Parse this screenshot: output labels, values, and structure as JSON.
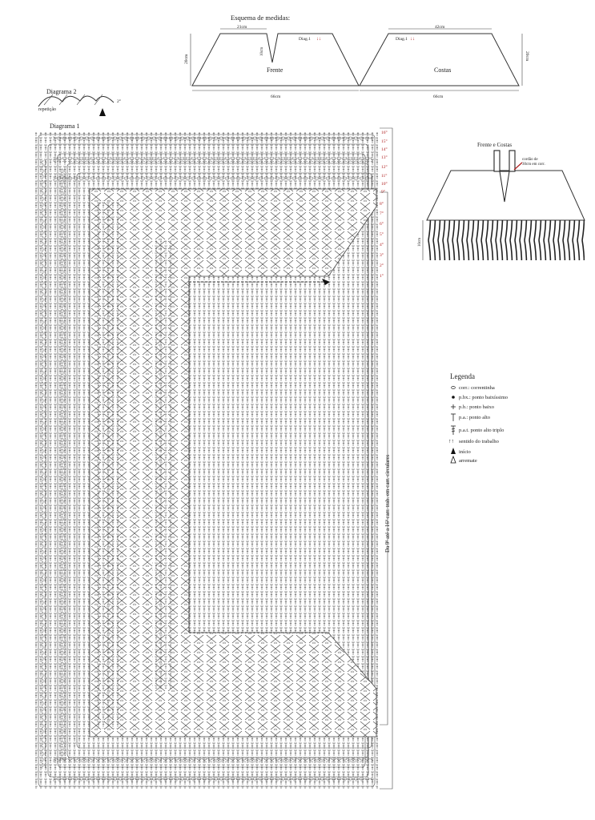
{
  "measurements": {
    "title": "Esquema de medidas:",
    "front": {
      "label": "Frente",
      "top_width": "21cm",
      "bottom_width": "66cm",
      "height": "20cm",
      "neck_depth": "10cm",
      "diag": "Diag.1"
    },
    "back": {
      "label": "Costas",
      "top_width": "42cm",
      "bottom_width": "66cm",
      "height": "20cm",
      "diag": "Diag.1"
    }
  },
  "diagram2": {
    "title": "Diagrama 2",
    "repeat_label": "repetição",
    "note": "2°"
  },
  "diagram1": {
    "title": "Diagrama 1",
    "rows_top": [
      "16°",
      "15°",
      "14°",
      "13°",
      "12°",
      "11°",
      "10°",
      "9°"
    ],
    "rows_inner": [
      "8°",
      "7°",
      "6°",
      "5°",
      "4°",
      "3°",
      "2°",
      "1°"
    ],
    "side_note": "Da 9ª até a 16ª carr. trab. em carr. circulares"
  },
  "front_back": {
    "title": "Frente e Costas",
    "cord_note_line1": "cordão de",
    "cord_note_line2": "30cm em corr.",
    "fringe_height": "10cm"
  },
  "legend": {
    "title": "Legenda",
    "items": [
      {
        "icon": "chain-stitch-icon",
        "text": "corr.: correntinha"
      },
      {
        "icon": "slip-stitch-icon",
        "text": "p.bx.: ponto baixíssimo"
      },
      {
        "icon": "single-crochet-icon",
        "text": "p.b.: ponto baixo"
      },
      {
        "icon": "double-crochet-icon",
        "text": "p.a.: ponto alto"
      },
      {
        "icon": "triple-crochet-icon",
        "text": "p.a.t. ponto alto triplo"
      },
      {
        "icon": "work-direction-icon",
        "text": "sentido do trabalho"
      },
      {
        "icon": "start-arrow-icon",
        "text": "início"
      },
      {
        "icon": "finish-arrow-icon",
        "text": "arremate"
      }
    ]
  }
}
